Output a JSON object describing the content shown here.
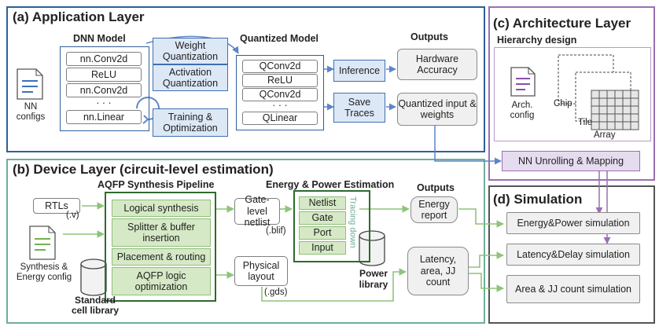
{
  "app": {
    "title": "(a) Application Layer",
    "dnn_model": "DNN Model",
    "dnn_layers": [
      "nn.Conv2d",
      "ReLU",
      "nn.Conv2d",
      "· · ·",
      "nn.Linear"
    ],
    "weight_quant": "Weight Quantization",
    "act_quant": "Activation Quantization",
    "training": "Training & Optimization",
    "quantized_model": "Quantized Model",
    "q_layers": [
      "QConv2d",
      "ReLU",
      "QConv2d",
      "· · ·",
      "QLinear"
    ],
    "inference": "Inference",
    "save_traces": "Save Traces",
    "outputs": "Outputs",
    "hw_accuracy": "Hardware Accuracy",
    "quant_io": "Quantized input & weights",
    "nn_configs": "NN configs"
  },
  "arch": {
    "title": "(c) Architecture Layer",
    "hierarchy": "Hierarchy design",
    "arch_config": "Arch. config",
    "chip": "Chip",
    "tile": "Tile",
    "array": "Array",
    "unrolling": "NN Unrolling & Mapping"
  },
  "device": {
    "title": "(b) Device Layer (circuit-level estimation)",
    "rtls": "RTLs",
    "rtls_ext": "(.v)",
    "synth_config": "Synthesis & Energy config",
    "pipeline_title": "AQFP Synthesis Pipeline",
    "pipeline_steps": [
      "Logical synthesis",
      "Splitter & buffer insertion",
      "Placement & routing",
      "AQFP logic optimization"
    ],
    "std_cell": "Standard cell library",
    "gate_netlist": "Gate-level netlist",
    "blif": "(.blif)",
    "phys_layout": "Physical layout",
    "gds": "(.gds)",
    "energy_title": "Energy & Power Estimation",
    "tracing_items": [
      "Netlist",
      "Gate",
      "Port",
      "Input"
    ],
    "tracing_down": "Tracing down",
    "power_lib": "Power library",
    "outputs": "Outputs",
    "energy_report": "Energy report",
    "latency": "Latency, area, JJ count"
  },
  "sim": {
    "title": "(d) Simulation",
    "items": [
      "Energy&Power simulation",
      "Latency&Delay simulation",
      "Area & JJ count simulation"
    ]
  },
  "colors": {
    "app_border": "#2f5f9a",
    "arch_border": "#9b6fb3",
    "device_border": "#6fae98",
    "sim_border": "#555555",
    "blue_fill": "#dde8f7",
    "green_fill": "#d6e9c6",
    "arrow_blue": "#5b86c8",
    "arrow_green": "#8fc47a",
    "arrow_purple": "#9b6fb3"
  }
}
